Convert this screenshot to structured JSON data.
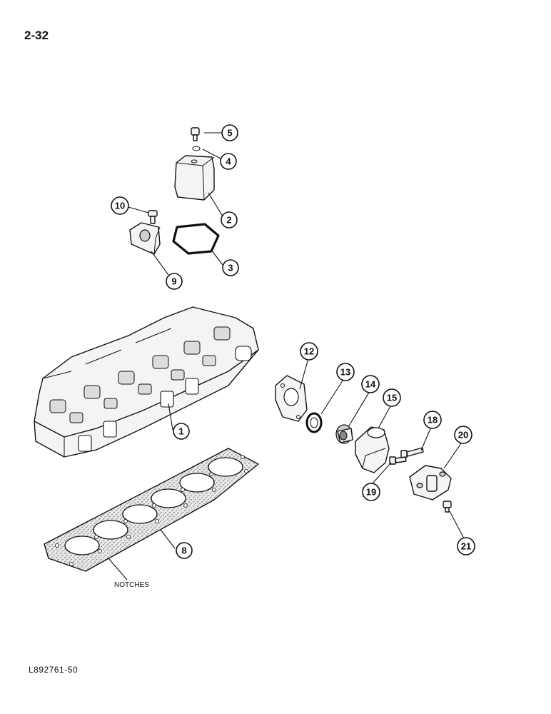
{
  "page_number": "2-32",
  "figure_code": "L892761-50",
  "notches_label": "NOTCHES",
  "callouts": {
    "c1": "1",
    "c2": "2",
    "c3": "3",
    "c4": "4",
    "c5": "5",
    "c8": "8",
    "c9": "9",
    "c10": "10",
    "c12": "12",
    "c13": "13",
    "c14": "14",
    "c15": "15",
    "c18": "18",
    "c19": "19",
    "c20": "20",
    "c21": "21"
  }
}
